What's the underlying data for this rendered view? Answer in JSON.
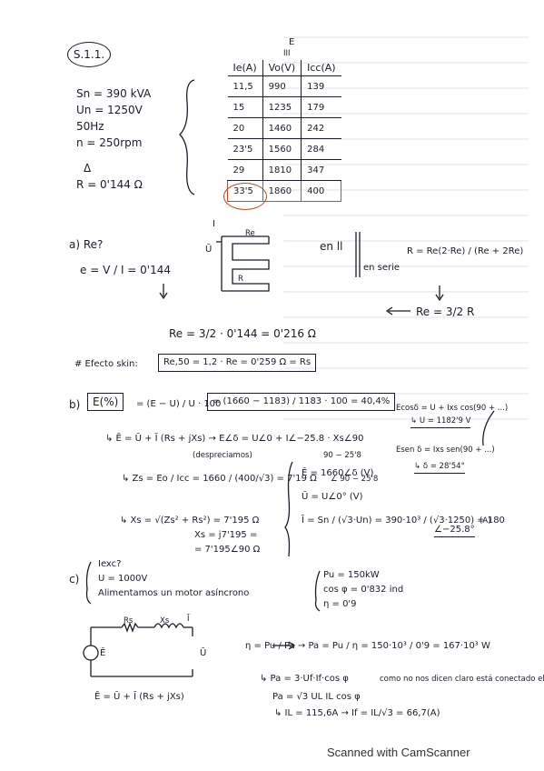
{
  "header": {
    "problem_number": "S.1.1.",
    "table_label": "E",
    "table_label_sub": "III"
  },
  "given": {
    "sn": "Sn = 390 kVA",
    "un": "Un = 1250V",
    "freq": "50Hz",
    "speed": "n = 250rpm",
    "delta": "Δ",
    "r": "R = 0'144 Ω"
  },
  "table": {
    "columns": [
      "Ie(A)",
      "Vo(V)",
      "Icc(A)"
    ],
    "rows": [
      [
        "11,5",
        "990",
        "139"
      ],
      [
        "15",
        "1235",
        "179"
      ],
      [
        "20",
        "1460",
        "242"
      ],
      [
        "23'5",
        "1560",
        "284"
      ],
      [
        "29",
        "1810",
        "347"
      ],
      [
        "33'5",
        "1860",
        "400"
      ]
    ],
    "highlight_row": 5
  },
  "part_a": {
    "label": "a) Re?",
    "eq1": "e = V / I = 0'144",
    "circuit_i": "I",
    "circuit_u": "Ū",
    "circuit_re": "Re",
    "circuit_r": "R",
    "brace_text": "en ll",
    "series_text": "en serie",
    "formula_r": "R = Re(2·Re) / (Re + 2Re)",
    "result_re": "Re = 3/2 R",
    "re_value": "Re = 3/2 · 0'144 = 0'216 Ω",
    "skin_label": "# Efecto skin:",
    "skin_value": "Re,50 = 1,2 · Re = 0'259 Ω = Rs"
  },
  "part_b": {
    "label": "b)",
    "e_label": "E(%)",
    "e_formula": "= (E − U) / U · 100",
    "e_calc": "= (1660 − 1183) / 1183 · 100 = 40,4%",
    "phasor": "↳ Ē = Ū + Ī (Rs + jXs)  →  E∠δ = U∠0 + I∠−25.8 · Xs∠90",
    "desprecia": "(despreciamos)",
    "zs_formula": "↳ Zs = Eo / Icc = 1660 / (400/√3) = 7'19 Ω",
    "xs_formula": "↳ Xs = √(Zs² + Rs²) = 7'195 Ω",
    "xs_eq2": "Xs = j7'195 =",
    "xs_eq3": "= 7'195∠90 Ω",
    "ec_e": "Ē = 1660∠δ (V)",
    "ec_u": "Ū = U∠0° (V)",
    "ec_i": "Ī = Sn / (√3·Un) = 390·10³ / (√3·1250) = 180",
    "ec_i_angle": "∠−25.8°",
    "ec_i_unit": "(A)",
    "angle_1": "90 − 25'8",
    "angle_2": "∠ 90 − 25'8",
    "side_cos": "Ecosδ = U + Ixs cos(90 + ...)",
    "side_u": "↳ U = 1182'9 V",
    "side_sin": "Esen δ = Ixs sen(90 + ...)",
    "side_delta": "↳ δ = 28'54°"
  },
  "part_c": {
    "label": "c)",
    "q1": "Iexc?",
    "q2": "U = 1000V",
    "q3": "Alimentamos un motor asíncrono",
    "p1": "Pu = 150kW",
    "p2": "cos φ = 0'832 ind",
    "p3": "η = 0'9",
    "circuit_rs": "Rs",
    "circuit_xs": "Xs",
    "circuit_i": "Ī",
    "circuit_e": "Ē",
    "circuit_u": "Ū",
    "eta_eq": "η = Pu / Pa  →  Pa = Pu / η = 150·10³ / 0'9 = 167·10³ W",
    "pa_eq": "↳ Pa = 3·Uf·If·cos φ",
    "pa_eq2": "Pa = √3 UL IL cos φ",
    "note": "como no nos dicen claro está conectado el motor",
    "il_eq": "↳ IL = 115,6A → If = IL/√3 = 66,7(A)",
    "phasor_c": "Ē = Ū + Ī (Rs + jXs)"
  },
  "footer": {
    "scanner": "Scanned with CamScanner"
  }
}
